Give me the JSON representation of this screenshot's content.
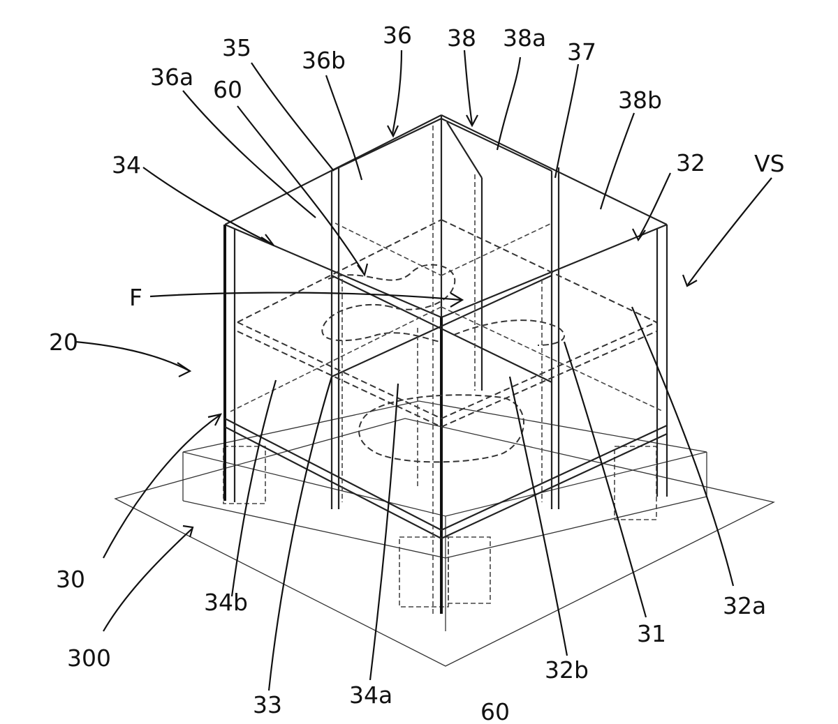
{
  "labels": {
    "l36": "36",
    "l38": "38",
    "l38a": "38a",
    "l35": "35",
    "l36b": "36b",
    "l37": "37",
    "l36a": "36a",
    "l60_top": "60",
    "l38b": "38b",
    "l34": "34",
    "l32": "32",
    "lVS": "VS",
    "lF": "F",
    "l20": "20",
    "l30": "30",
    "l34b": "34b",
    "l300": "300",
    "l33": "33",
    "l34a": "34a",
    "l60_bottom": "60",
    "l32b": "32b",
    "l31": "31",
    "l32a": "32a"
  }
}
